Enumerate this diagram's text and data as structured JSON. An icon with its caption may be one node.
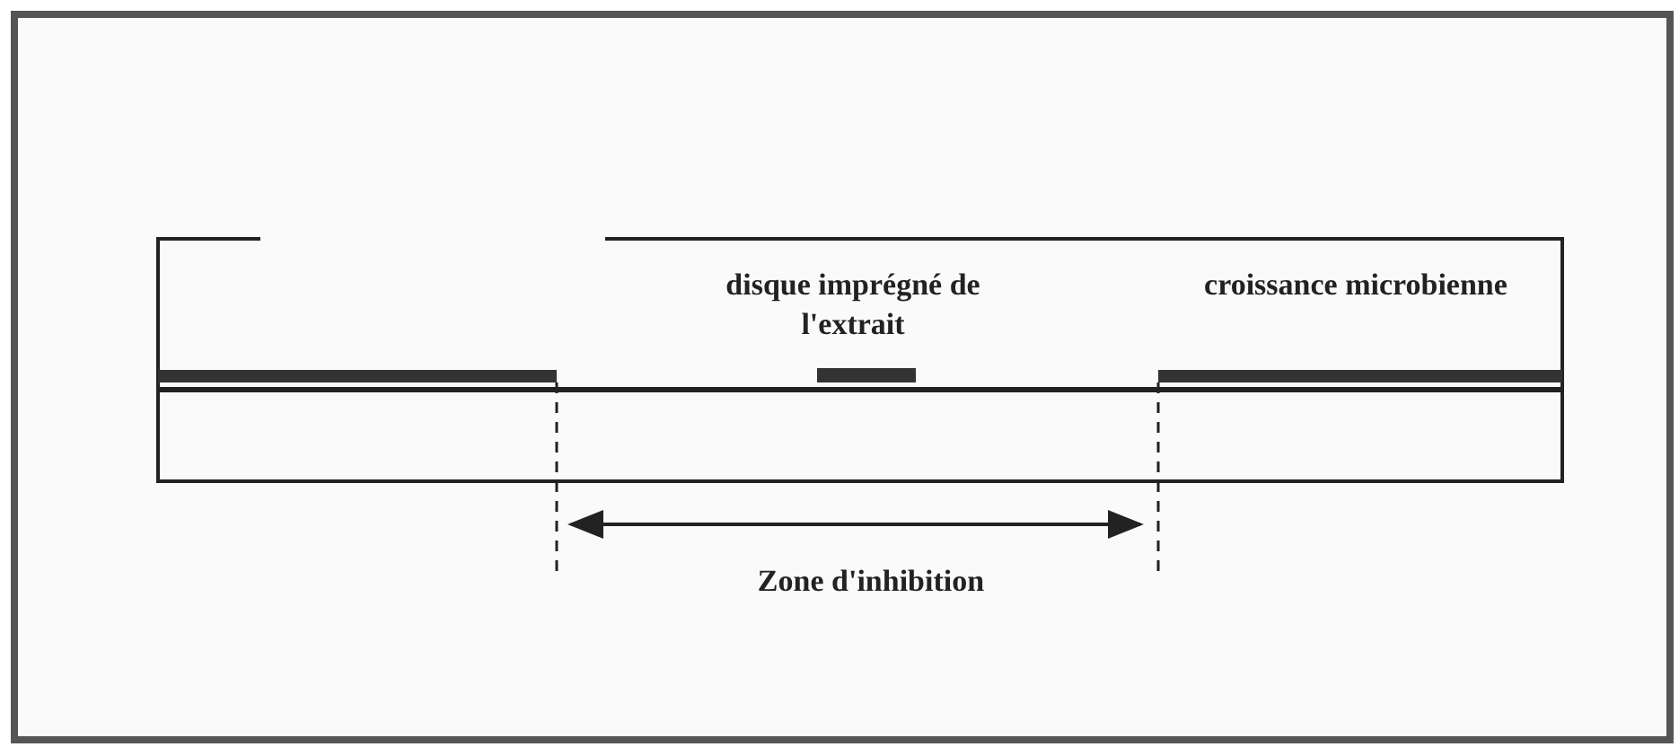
{
  "diagram": {
    "labels": [
      "disque imprégné de l'extrait",
      "croissance microbienne",
      "Zone d'inhibition"
    ]
  }
}
